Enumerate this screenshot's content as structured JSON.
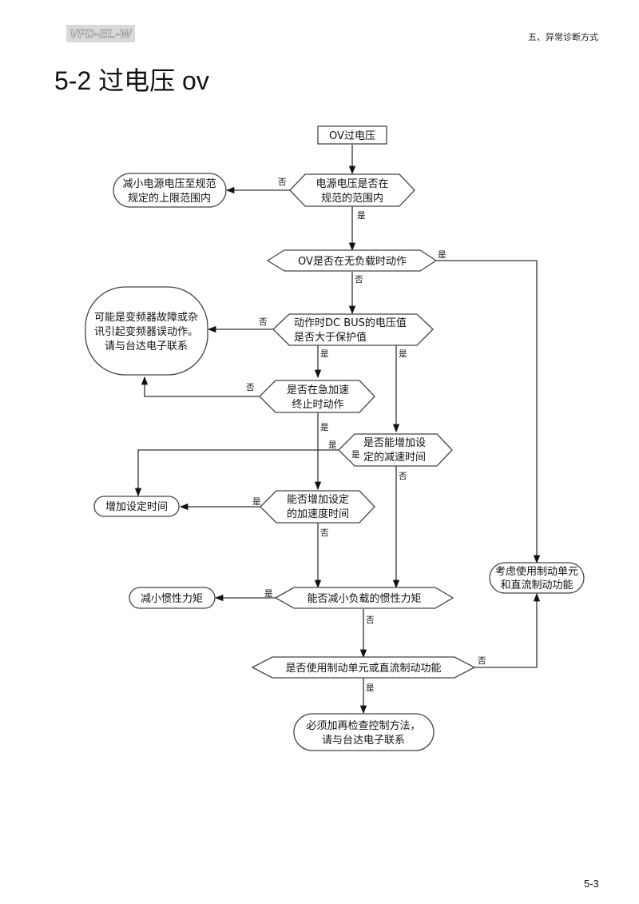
{
  "header": {
    "brand": "VFD-EL-W",
    "chapter": "五、异常诊断方式"
  },
  "page_title": "5-2  过电压 ov",
  "page_number": "5-3",
  "flowchart": {
    "nodes": {
      "start": [
        "OV过电压"
      ],
      "d_supply_range": [
        "电源电压是否在",
        "规范的范围内"
      ],
      "a_reduce_supply": [
        "减小电源电压至规范",
        "规定的上限范围内"
      ],
      "d_no_load": [
        "OV是否在无负载时动作"
      ],
      "d_dcbus": [
        "动作时DC BUS的电压值",
        "是否大于保护值"
      ],
      "a_fault_noise": [
        "可能是变频器故障或杂",
        "讯引起变频器误动作。",
        "请与台达电子联系"
      ],
      "d_sudden_accel": [
        "是否在急加速",
        "终止时动作"
      ],
      "d_increase_decel": [
        "是否能增加设",
        "定的减速时间"
      ],
      "a_increase_time": [
        "增加设定时间"
      ],
      "d_increase_accel": [
        "能否增加设定",
        "的加速度时间"
      ],
      "a_brake_unit": [
        "考虑使用制动单元",
        "和直流制动功能"
      ],
      "d_reduce_inertia": [
        "能否减小负载的惯性力矩"
      ],
      "a_reduce_inertia": [
        "减小惯性力矩"
      ],
      "d_use_brake": [
        "是否使用制动单元或直流制动功能"
      ],
      "a_recheck": [
        "必须加再检查控制方法，",
        "请与台达电子联系"
      ]
    },
    "labels": {
      "yes": "是",
      "no": "否"
    }
  }
}
